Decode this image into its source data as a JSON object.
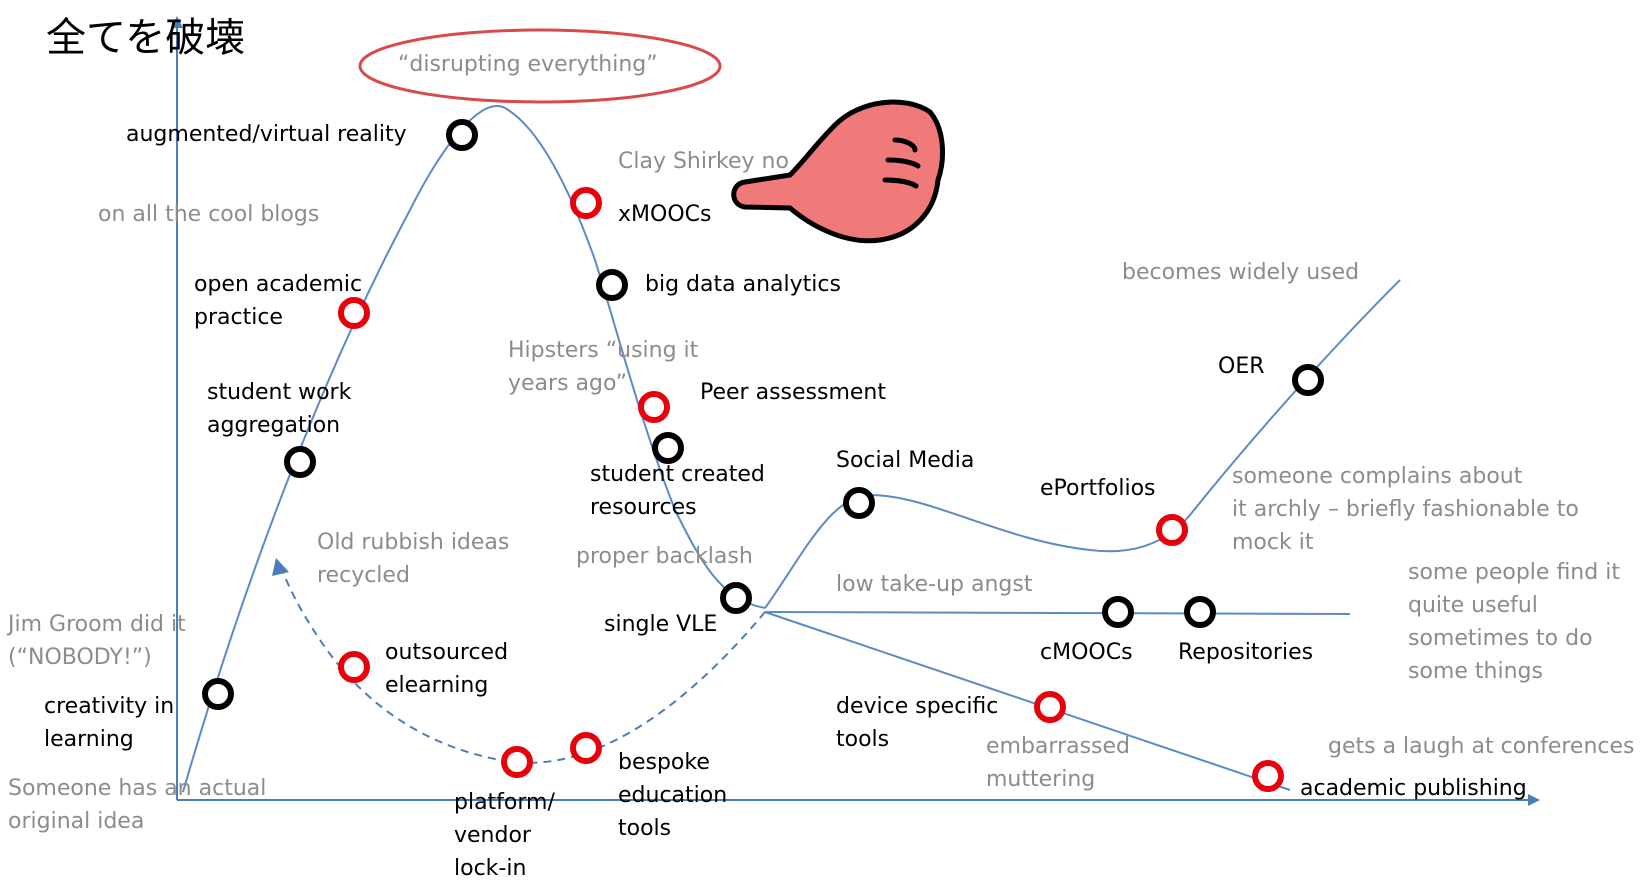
{
  "title": "全てを破壊",
  "peak_note": "“disrupting  everything”",
  "labels": {
    "augmented_vr": "augmented/virtual reality",
    "xmoocs": "xMOOCs",
    "big_data": "big data analytics",
    "open_academic": "open academic\npractice",
    "student_work": "student work\naggregation",
    "peer_assessment": "Peer assessment",
    "student_created": "student created\nresources",
    "single_vle": "single VLE",
    "social_media": "Social Media",
    "eportfolios": "ePortfolios",
    "oer": "OER",
    "cmoocs": "cMOOCs",
    "repositories": "Repositories",
    "creativity": "creativity in\nlearning",
    "outsourced": "outsourced\nelearning",
    "platform": "platform/\nvendor\nlock-in",
    "bespoke": "bespoke\neducation\ntools",
    "device_specific": "device specific\ntools",
    "academic_publishing": "academic publishing"
  },
  "notes": {
    "cool_blogs": "on all the cool blogs",
    "clay_shirkey": "Clay Shirkey no",
    "hipsters": "Hipsters “using it\nyears ago”",
    "rubbish": "Old rubbish ideas\nrecycled",
    "backlash": "proper backlash",
    "jim_groom": "Jim Groom did it\n(“NOBODY!”)",
    "original_idea": "Someone has an actual\noriginal idea",
    "low_takeup": "low take-up angst",
    "widely_used": "becomes widely used",
    "complains": "someone complains about\nit archly – briefly fashionable to\nmock it",
    "useful": "some people find it\nquite useful\nsometimes to do\nsome things",
    "embarrassed": "embarrassed\nmuttering",
    "laugh": "gets a laugh at conferences"
  },
  "colors": {
    "curve": "#5b8ac6",
    "axis": "#4a7ebb",
    "marker_red": "#e8000b",
    "marker_black": "#000000",
    "ellipse": "#d94a4a",
    "note_text": "#8c8c8c",
    "hand": "#f07a7a"
  },
  "icons": [
    "pointing-hand-icon"
  ]
}
